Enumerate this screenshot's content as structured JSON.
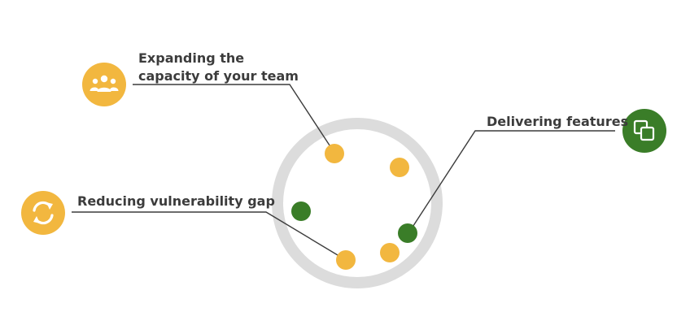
{
  "callouts": {
    "expanding": {
      "line1": "Expanding the",
      "line2": "capacity of your team",
      "icon": "team-icon",
      "color": "#f2b73f"
    },
    "delivering": {
      "line1": "Delivering features",
      "icon": "copy-squares-icon",
      "color": "#3a7d28"
    },
    "reducing": {
      "line1": "Reducing vulnerability gap",
      "icon": "refresh-cycle-icon",
      "color": "#f2b73f"
    }
  },
  "colors": {
    "yellow": "#f2b73f",
    "green": "#3a7d28",
    "ring": "#dcdcdc",
    "line": "#3c3c3c",
    "text": "#3c3c3c"
  }
}
